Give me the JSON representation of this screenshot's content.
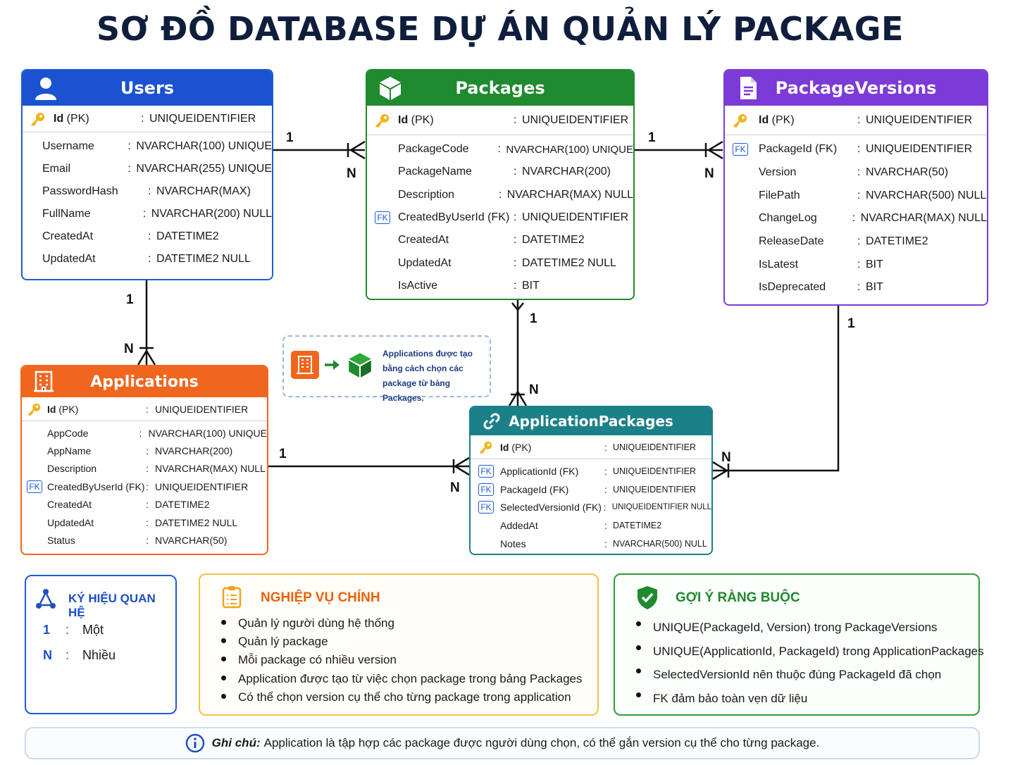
{
  "title": "SƠ ĐỒ DATABASE DỰ ÁN QUẢN LÝ PACKAGE",
  "entities": {
    "users": {
      "name": "Users",
      "pk": {
        "name": "Id",
        "suffix": "(PK)",
        "type": "UNIQUEIDENTIFIER"
      },
      "fields": [
        {
          "name": "Username",
          "type": "NVARCHAR(100) UNIQUE"
        },
        {
          "name": "Email",
          "type": "NVARCHAR(255) UNIQUE"
        },
        {
          "name": "PasswordHash",
          "type": "NVARCHAR(MAX)"
        },
        {
          "name": "FullName",
          "type": "NVARCHAR(200) NULL"
        },
        {
          "name": "CreatedAt",
          "type": "DATETIME2"
        },
        {
          "name": "UpdatedAt",
          "type": "DATETIME2 NULL"
        }
      ]
    },
    "packages": {
      "name": "Packages",
      "pk": {
        "name": "Id",
        "suffix": "(PK)",
        "type": "UNIQUEIDENTIFIER"
      },
      "fields": [
        {
          "name": "PackageCode",
          "type": "NVARCHAR(100) UNIQUE"
        },
        {
          "name": "PackageName",
          "type": "NVARCHAR(200)"
        },
        {
          "name": "Description",
          "type": "NVARCHAR(MAX) NULL"
        },
        {
          "name": "CreatedByUserId (FK)",
          "type": "UNIQUEIDENTIFIER",
          "fk": true
        },
        {
          "name": "CreatedAt",
          "type": "DATETIME2"
        },
        {
          "name": "UpdatedAt",
          "type": "DATETIME2 NULL"
        },
        {
          "name": "IsActive",
          "type": "BIT"
        }
      ]
    },
    "package_versions": {
      "name": "PackageVersions",
      "pk": {
        "name": "Id",
        "suffix": "(PK)",
        "type": "UNIQUEIDENTIFIER"
      },
      "fields": [
        {
          "name": "PackageId (FK)",
          "type": "UNIQUEIDENTIFIER",
          "fk": true
        },
        {
          "name": "Version",
          "type": "NVARCHAR(50)"
        },
        {
          "name": "FilePath",
          "type": "NVARCHAR(500) NULL"
        },
        {
          "name": "ChangeLog",
          "type": "NVARCHAR(MAX) NULL"
        },
        {
          "name": "ReleaseDate",
          "type": "DATETIME2"
        },
        {
          "name": "IsLatest",
          "type": "BIT"
        },
        {
          "name": "IsDeprecated",
          "type": "BIT"
        }
      ]
    },
    "applications": {
      "name": "Applications",
      "pk": {
        "name": "Id",
        "suffix": "(PK)",
        "type": "UNIQUEIDENTIFIER"
      },
      "fields": [
        {
          "name": "AppCode",
          "type": "NVARCHAR(100) UNIQUE"
        },
        {
          "name": "AppName",
          "type": "NVARCHAR(200)"
        },
        {
          "name": "Description",
          "type": "NVARCHAR(MAX) NULL"
        },
        {
          "name": "CreatedByUserId (FK)",
          "type": "UNIQUEIDENTIFIER",
          "fk": true
        },
        {
          "name": "CreatedAt",
          "type": "DATETIME2"
        },
        {
          "name": "UpdatedAt",
          "type": "DATETIME2 NULL"
        },
        {
          "name": "Status",
          "type": "NVARCHAR(50)"
        }
      ]
    },
    "application_packages": {
      "name": "ApplicationPackages",
      "pk": {
        "name": "Id",
        "suffix": "(PK)",
        "type": "UNIQUEIDENTIFIER"
      },
      "fields": [
        {
          "name": "ApplicationId (FK)",
          "type": "UNIQUEIDENTIFIER",
          "fk": true
        },
        {
          "name": "PackageId (FK)",
          "type": "UNIQUEIDENTIFIER",
          "fk": true
        },
        {
          "name": "SelectedVersionId (FK)",
          "type": "UNIQUEIDENTIFIER NULL",
          "fk": true
        },
        {
          "name": "AddedAt",
          "type": "DATETIME2"
        },
        {
          "name": "Notes",
          "type": "NVARCHAR(500) NULL"
        }
      ]
    }
  },
  "relationships": {
    "one": "1",
    "many": "N"
  },
  "note": "Applications được tạo bằng cách chọn các package từ bảng Packages.",
  "legend": {
    "title": "KÝ HIỆU QUAN HỆ",
    "items": [
      {
        "key": "1",
        "sep": ":",
        "label": "Một"
      },
      {
        "key": "N",
        "sep": ":",
        "label": "Nhiều"
      }
    ]
  },
  "business": {
    "title": "NGHIỆP VỤ CHÍNH",
    "items": [
      "Quản lý người dùng hệ thống",
      "Quản lý package",
      "Mỗi package có nhiều version",
      "Application được tạo từ việc chọn package trong bảng Packages",
      "Có thể chọn version cụ thể cho từng package trong application"
    ]
  },
  "constraints": {
    "title": "GỢI Ý RÀNG BUỘC",
    "items": [
      "UNIQUE(PackageId, Version) trong PackageVersions",
      "UNIQUE(ApplicationId, PackageId) trong ApplicationPackages",
      "SelectedVersionId nên thuộc đúng PackageId đã chọn",
      "FK đảm bảo toàn vẹn dữ liệu"
    ]
  },
  "footer": {
    "label": "Ghi chú:",
    "text": "Application là tập hợp các package được người dùng chọn, có thể gắn version cụ thể cho từng package."
  },
  "colors": {
    "users": "#1a52cf",
    "packages": "#1f8a2e",
    "package_versions": "#7c3ad6",
    "applications": "#f0661e",
    "application_packages": "#1b8088"
  }
}
